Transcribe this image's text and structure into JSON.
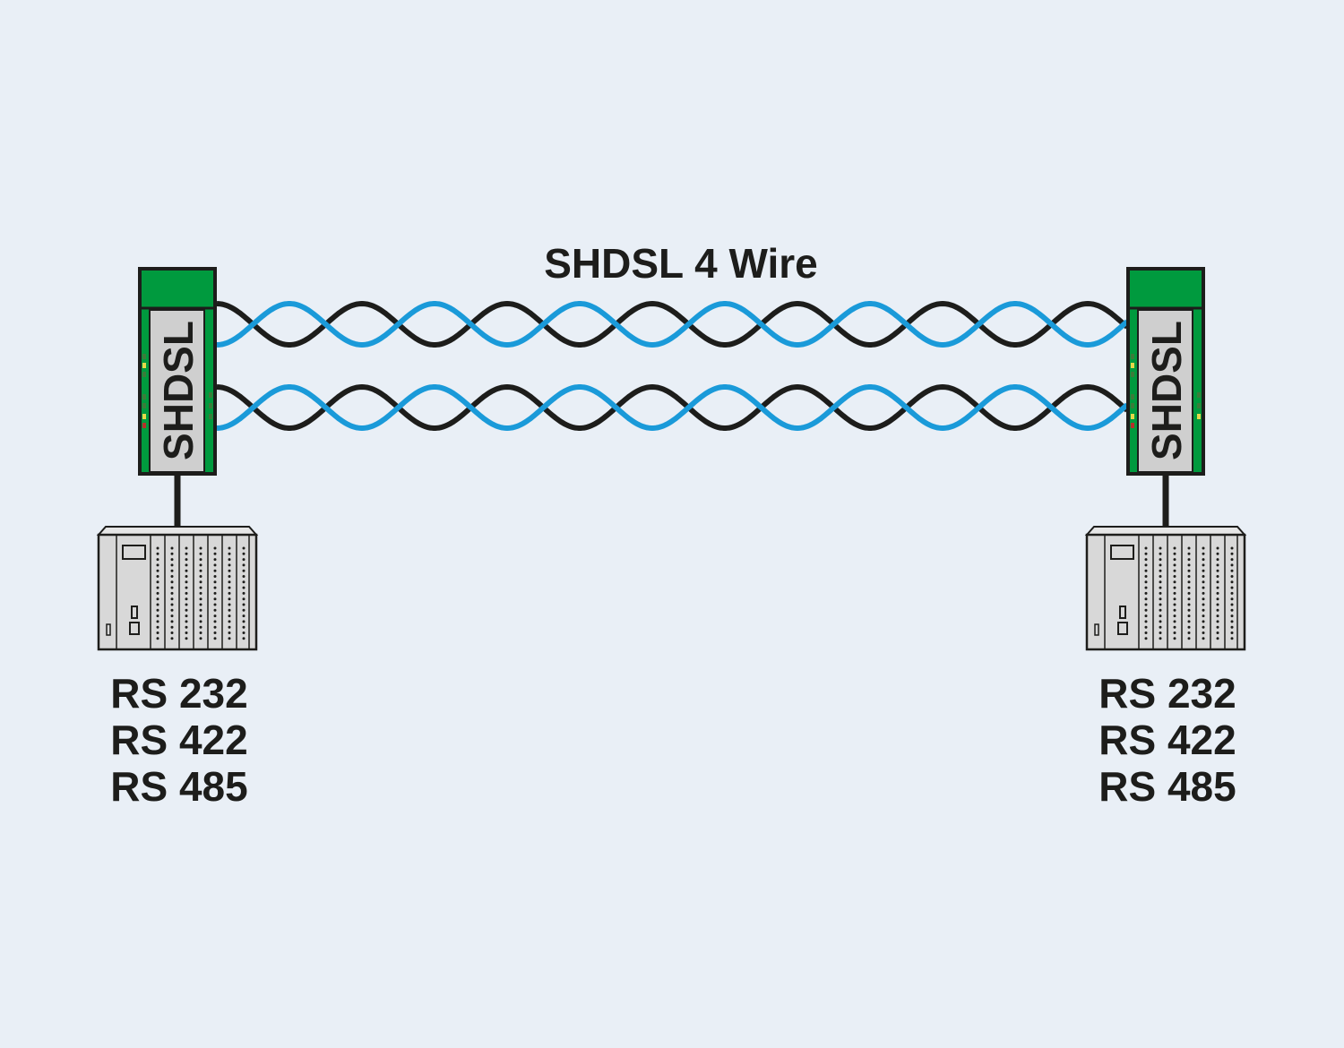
{
  "title": "SHDSL 4 Wire",
  "devices": [
    {
      "id": "left",
      "module_label": "SHDSL",
      "interfaces": [
        "RS 232",
        "RS 422",
        "RS 485"
      ]
    },
    {
      "id": "right",
      "module_label": "SHDSL",
      "interfaces": [
        "RS 232",
        "RS 422",
        "RS 485"
      ]
    }
  ],
  "link": {
    "pairs": 2,
    "wire_colors": [
      "#1d1d1b",
      "#1a9ad9"
    ]
  },
  "colors": {
    "background": "#e9eff6",
    "module_green": "#009a3e",
    "module_face": "#cfcfcf",
    "plc_body": "#d8d8d8",
    "outline": "#1d1d1b"
  }
}
